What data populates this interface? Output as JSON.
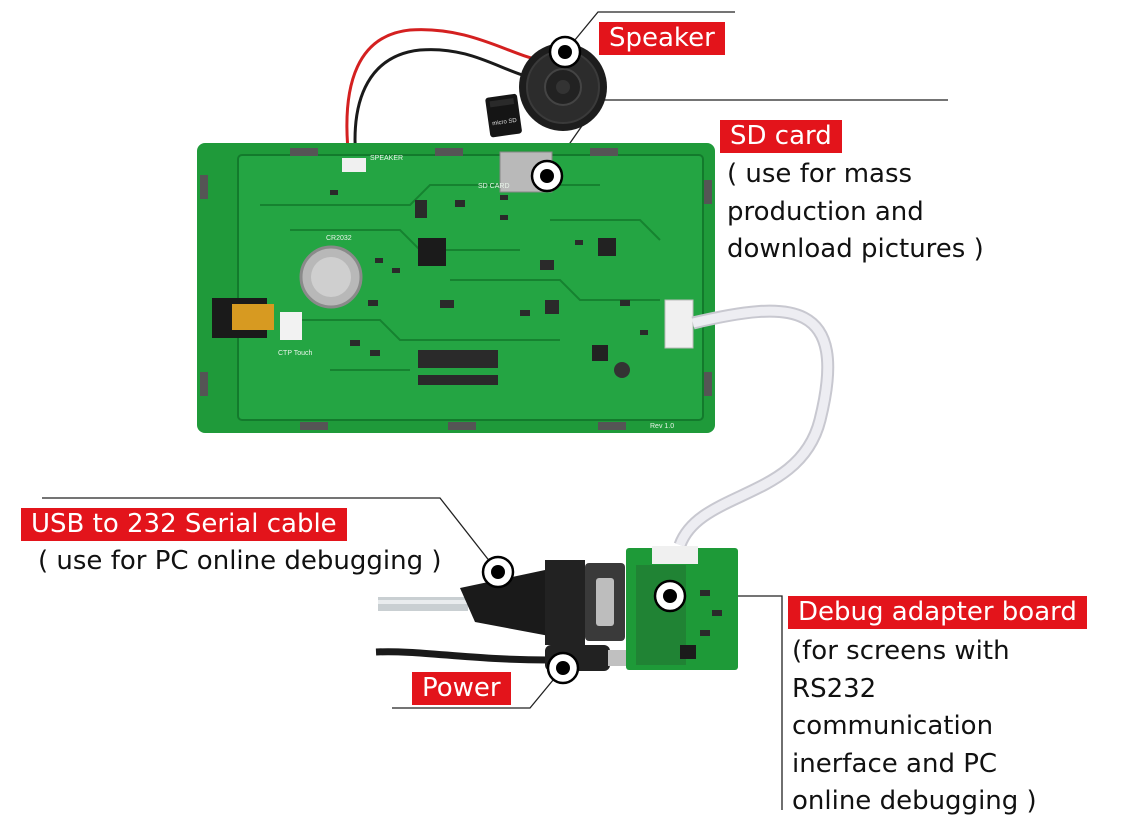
{
  "callouts": {
    "speaker": {
      "label": "Speaker"
    },
    "sd_card": {
      "label": "SD card",
      "description": [
        "( use for mass",
        "production and",
        "download pictures )"
      ]
    },
    "usb_serial": {
      "label": "USB to 232 Serial cable",
      "description": [
        "( use for PC online debugging )"
      ]
    },
    "power": {
      "label": "Power"
    },
    "debug_board": {
      "label": "Debug adapter board",
      "description": [
        "(for screens with",
        "RS232",
        "communication",
        "inerface and PC",
        "online debugging )"
      ]
    }
  },
  "board_silkscreen": {
    "speaker_conn": "SPEAKER",
    "sd_card_slot": "SD CARD",
    "battery": "CR2032",
    "ctp": "CTP Touch",
    "revision": "Rev 1.0"
  },
  "sd_card_print": "micro SD",
  "colors": {
    "tag": "#e3141b",
    "pcb": "#1f9a3a",
    "pcb_dark": "#137a2c",
    "cable_red": "#d42020",
    "ribbon": "#e9e9ee"
  }
}
